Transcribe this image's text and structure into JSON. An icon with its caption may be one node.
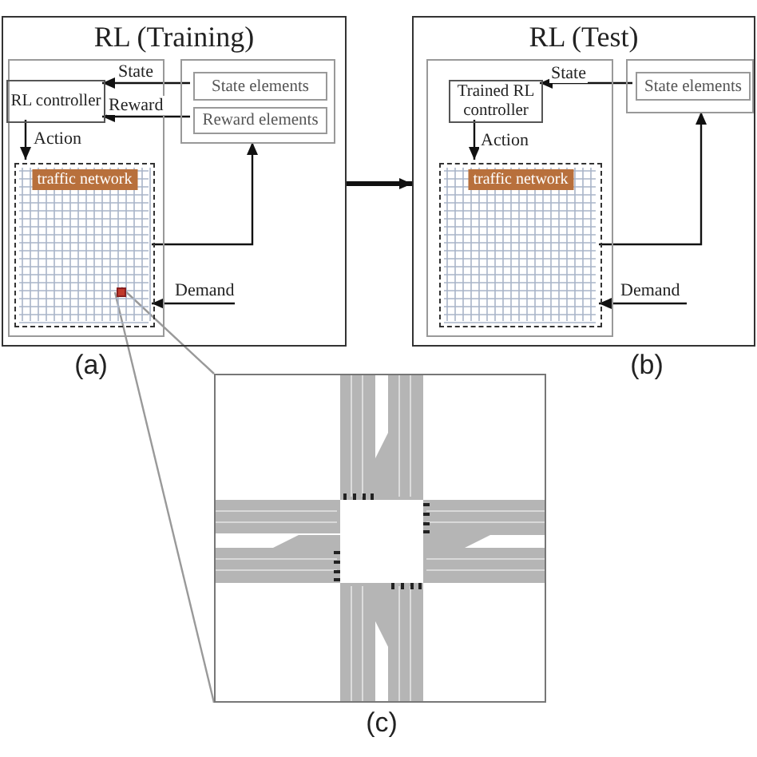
{
  "diagram": {
    "nodes": [
      {
        "text": [
          "RL (Training)"
        ],
        "beside": [
          "(a)"
        ]
      },
      {
        "text": [],
        "shape": "box",
        "in": 0
      },
      {
        "text": [
          "RL controller"
        ],
        "in": 1
      },
      {
        "text": [
          "traffic network"
        ],
        "in": 1
      },
      {
        "text": [],
        "shape": "box",
        "in": 3
      },
      {
        "text": [],
        "shape": "box",
        "in": 0
      },
      {
        "text": [
          "State elements"
        ],
        "in": 5
      },
      {
        "text": [
          "Reward elements"
        ],
        "in": 5
      },
      {
        "text": [
          "RL (Test)"
        ],
        "beside": [
          "(b)"
        ]
      },
      {
        "text": [],
        "shape": "box",
        "in": 8
      },
      {
        "text": [
          "Trained RL controller"
        ],
        "in": 9
      },
      {
        "text": [
          "traffic network"
        ],
        "in": 9
      },
      {
        "text": [],
        "shape": "box",
        "in": 8
      },
      {
        "text": [
          "State elements"
        ],
        "in": 12
      },
      {
        "text": [],
        "shape": "picture",
        "beside": [
          "(c)"
        ]
      }
    ],
    "edges": [
      {
        "from": 6,
        "to": 2,
        "arrow": "to",
        "label": "State"
      },
      {
        "from": 7,
        "to": 2,
        "arrow": "to",
        "label": "Reward"
      },
      {
        "from": 2,
        "to": 3,
        "arrow": "to",
        "label": "Action"
      },
      {
        "from": 3,
        "to": 5,
        "arrow": "to"
      },
      {
        "from": null,
        "to": 3,
        "arrow": "to",
        "label": "Demand"
      },
      {
        "from": 0,
        "to": 8,
        "arrow": "to",
        "style": "thick"
      },
      {
        "from": 13,
        "to": 10,
        "arrow": "to",
        "label": "State"
      },
      {
        "from": 10,
        "to": 11,
        "arrow": "to",
        "label": "Action"
      },
      {
        "from": 11,
        "to": 12,
        "arrow": "to"
      },
      {
        "from": null,
        "to": 11,
        "arrow": "to",
        "label": "Demand"
      },
      {
        "from": 4,
        "to": 14,
        "arrow": "none",
        "color": "#999999"
      },
      {
        "from": 4,
        "to": 14,
        "arrow": "none",
        "color": "#999999"
      }
    ]
  }
}
